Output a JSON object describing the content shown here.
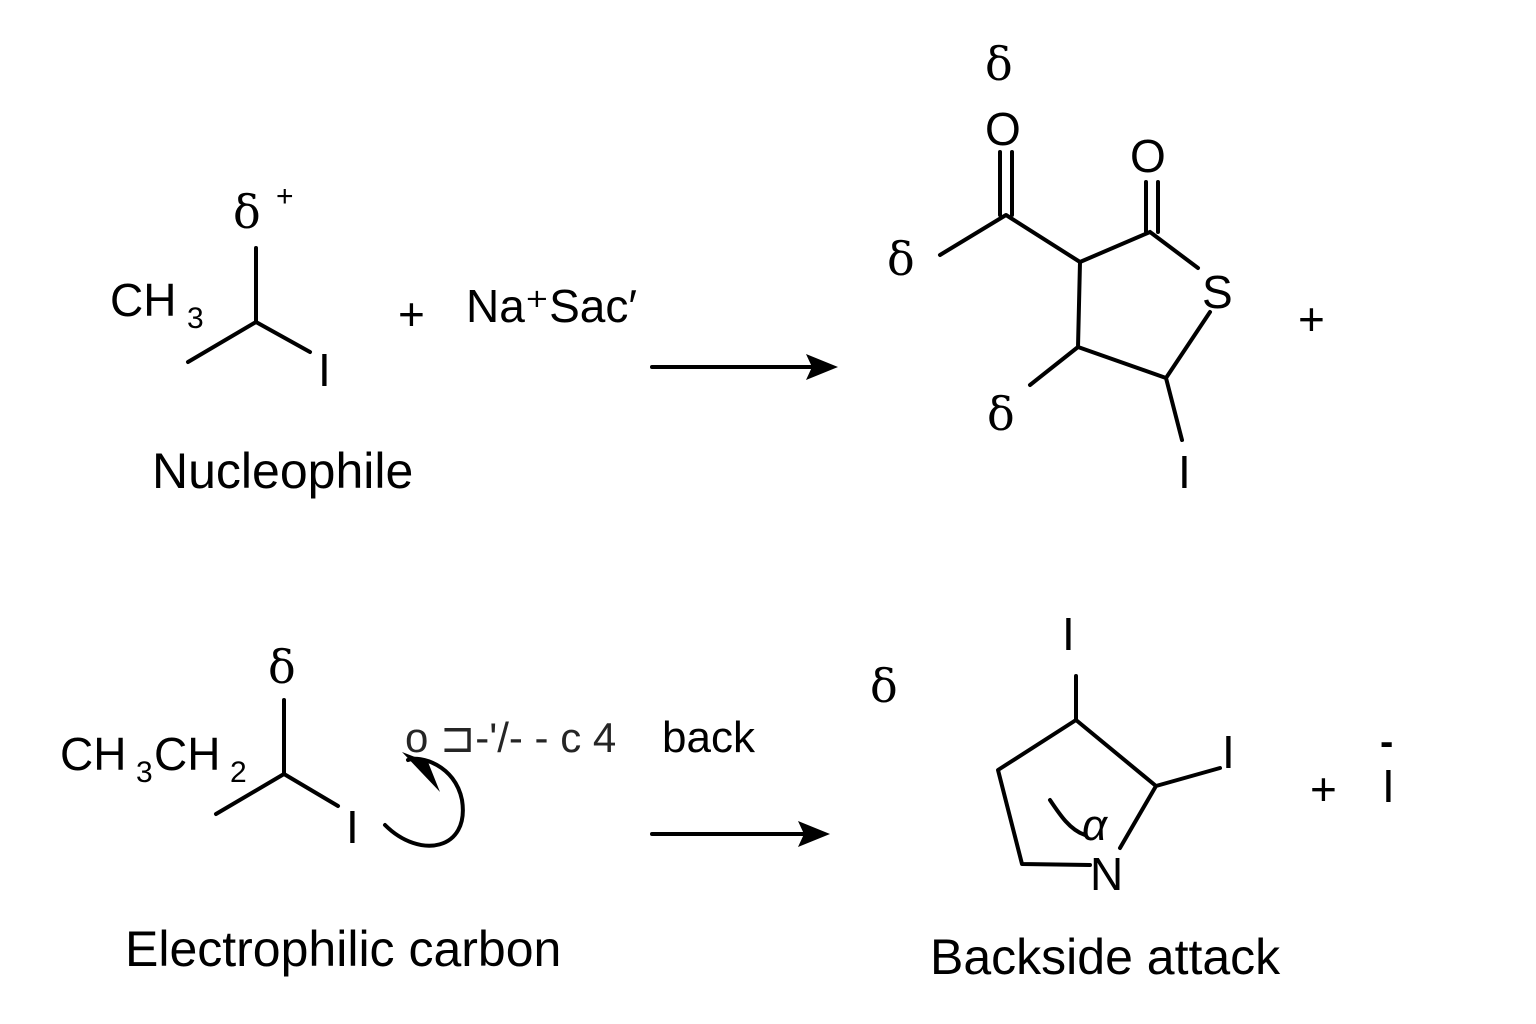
{
  "top": {
    "reactant_ch3": "CH",
    "reactant_sub3": "3",
    "reactant_iodine": "I",
    "delta_plus": "δ",
    "plus_sup": "+",
    "plus_sign": "+",
    "reagent": "Na⁺Sac′",
    "label": "Nucleophile",
    "product_delta_top": "δ",
    "product_o1": "O",
    "product_o2": "O",
    "product_delta_left": "δ",
    "product_s": "S",
    "product_delta_bottom": "δ",
    "product_i": "I",
    "product_plus": "+"
  },
  "bottom": {
    "reactant_ch3": "CH",
    "reactant_sub3": "3",
    "reactant_ch2": "CH",
    "reactant_sub2": "2",
    "delta": "δ",
    "reactant_iodine": "I",
    "annotation_garbled": "o ⊐‐'/‐ ‐ c 4",
    "annotation_back": "back",
    "label": "Electrophilic carbon",
    "product_delta": "δ",
    "product_i_top": "I",
    "product_i_right": "I",
    "product_alpha": "α",
    "product_n": "N",
    "product_plus": "+",
    "iodide": "I",
    "iodide_charge": "-",
    "product_label": "Backside attack"
  }
}
